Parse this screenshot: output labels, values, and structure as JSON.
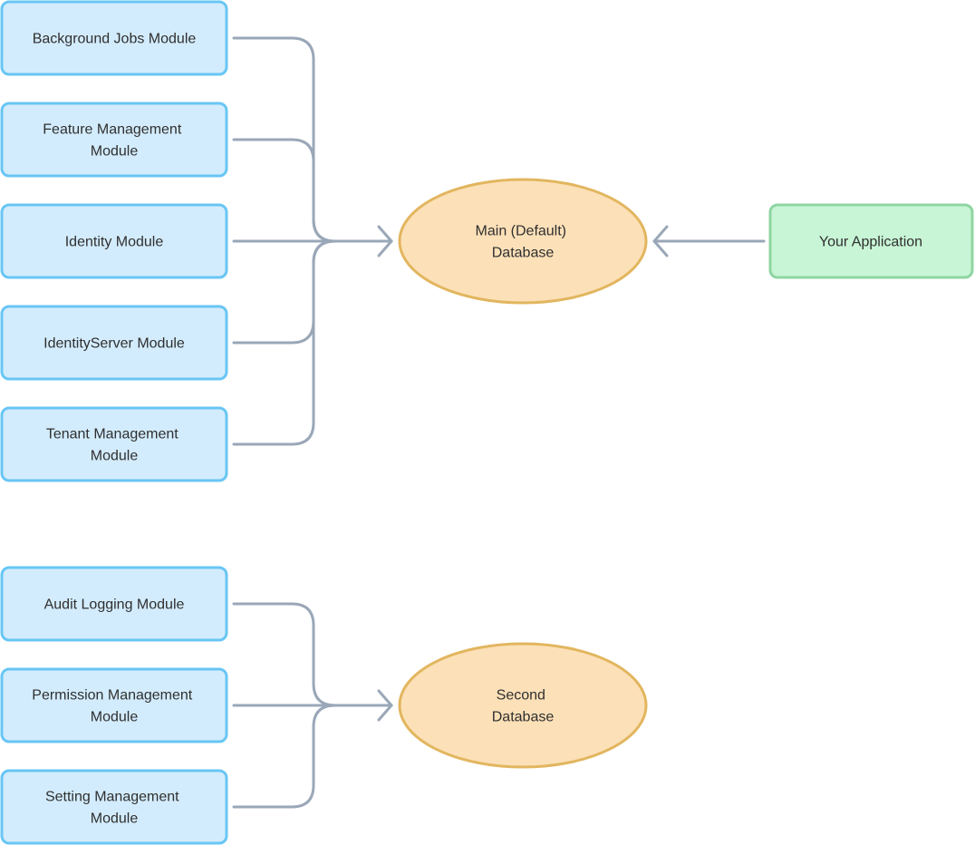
{
  "colors": {
    "module_fill": "#d3ecfd",
    "module_stroke": "#68c6f4",
    "db_fill": "#fce0b8",
    "db_stroke": "#e2b65f",
    "app_fill": "#c8f5d6",
    "app_stroke": "#8fd5a2",
    "connector": "#9aa7b8",
    "text": "#2f2f2f"
  },
  "main_group": {
    "modules": [
      {
        "lines": [
          "Background Jobs Module"
        ]
      },
      {
        "lines": [
          "Feature Management",
          "Module"
        ]
      },
      {
        "lines": [
          "Identity Module"
        ]
      },
      {
        "lines": [
          "IdentityServer Module"
        ]
      },
      {
        "lines": [
          "Tenant Management",
          "Module"
        ]
      }
    ],
    "database": {
      "lines": [
        "Main (Default)",
        "Database"
      ]
    },
    "application": {
      "lines": [
        "Your Application"
      ]
    }
  },
  "second_group": {
    "modules": [
      {
        "lines": [
          "Audit Logging Module"
        ]
      },
      {
        "lines": [
          "Permission Management",
          "Module"
        ]
      },
      {
        "lines": [
          "Setting Management",
          "Module"
        ]
      }
    ],
    "database": {
      "lines": [
        "Second",
        "Database"
      ]
    }
  }
}
